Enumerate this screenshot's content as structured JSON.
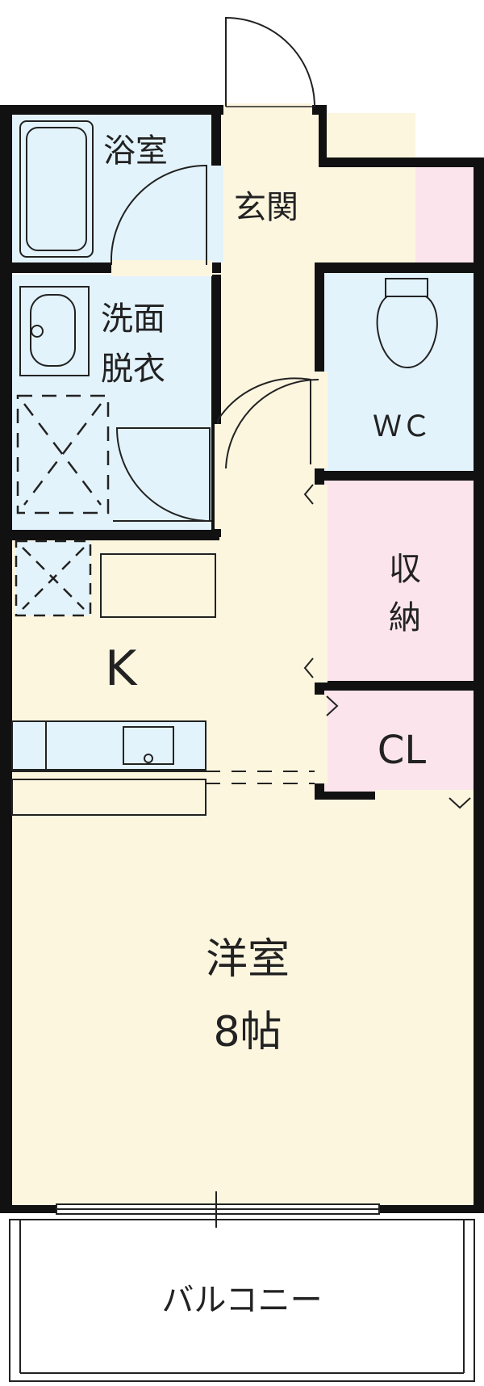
{
  "rooms": {
    "bath": "浴室",
    "entrance": "玄関",
    "washroom_line1": "洗面",
    "washroom_line2": "脱衣",
    "wc": "ＷＣ",
    "storage_line1": "収",
    "storage_line2": "納",
    "kitchen": "K",
    "closet": "CL",
    "western_room": "洋室",
    "western_room_size": "8帖",
    "balcony": "バルコニー"
  },
  "colors": {
    "wall": "#111111",
    "floor": "#fdf6df",
    "wet_area": "#e3f3fb",
    "storage": "#fbe4ec",
    "balcony": "#ffffff",
    "fixture_stroke": "#222222"
  }
}
